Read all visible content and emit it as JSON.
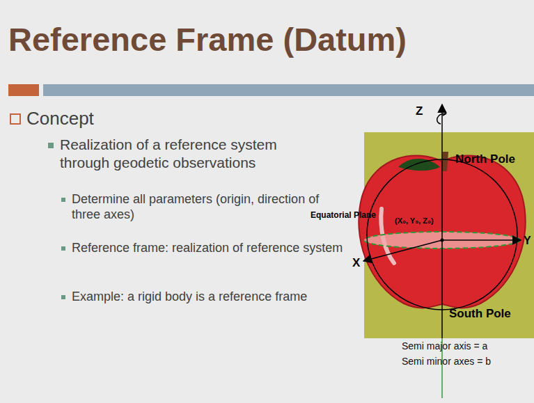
{
  "diagram": {
    "title": "Reference Frame (Datum)",
    "labels": [
      "Concept",
      "Realization of a reference system through geodetic observations",
      "Determine all parameters (origin, direction of three axes)",
      "Reference frame: realization of reference system",
      "Example: a rigid body is a reference frame",
      "Z",
      "North Pole",
      "Equatorial Plane",
      "(X₀, Y₀, Z₀)",
      "Y",
      "X",
      "South Pole",
      "Semi major axis = a",
      "Semi minor axes = b"
    ]
  }
}
